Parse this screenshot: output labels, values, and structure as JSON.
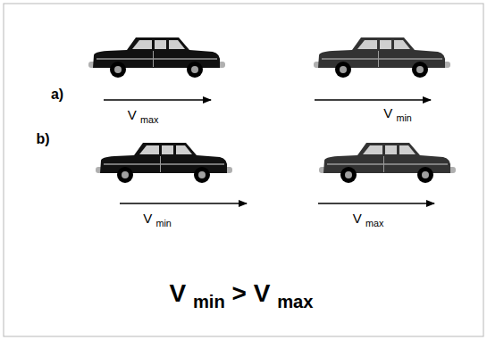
{
  "diagram": {
    "labels": [
      "a)",
      "V max",
      "V min",
      "b)",
      "V min",
      "V max",
      "V min > V max"
    ]
  }
}
